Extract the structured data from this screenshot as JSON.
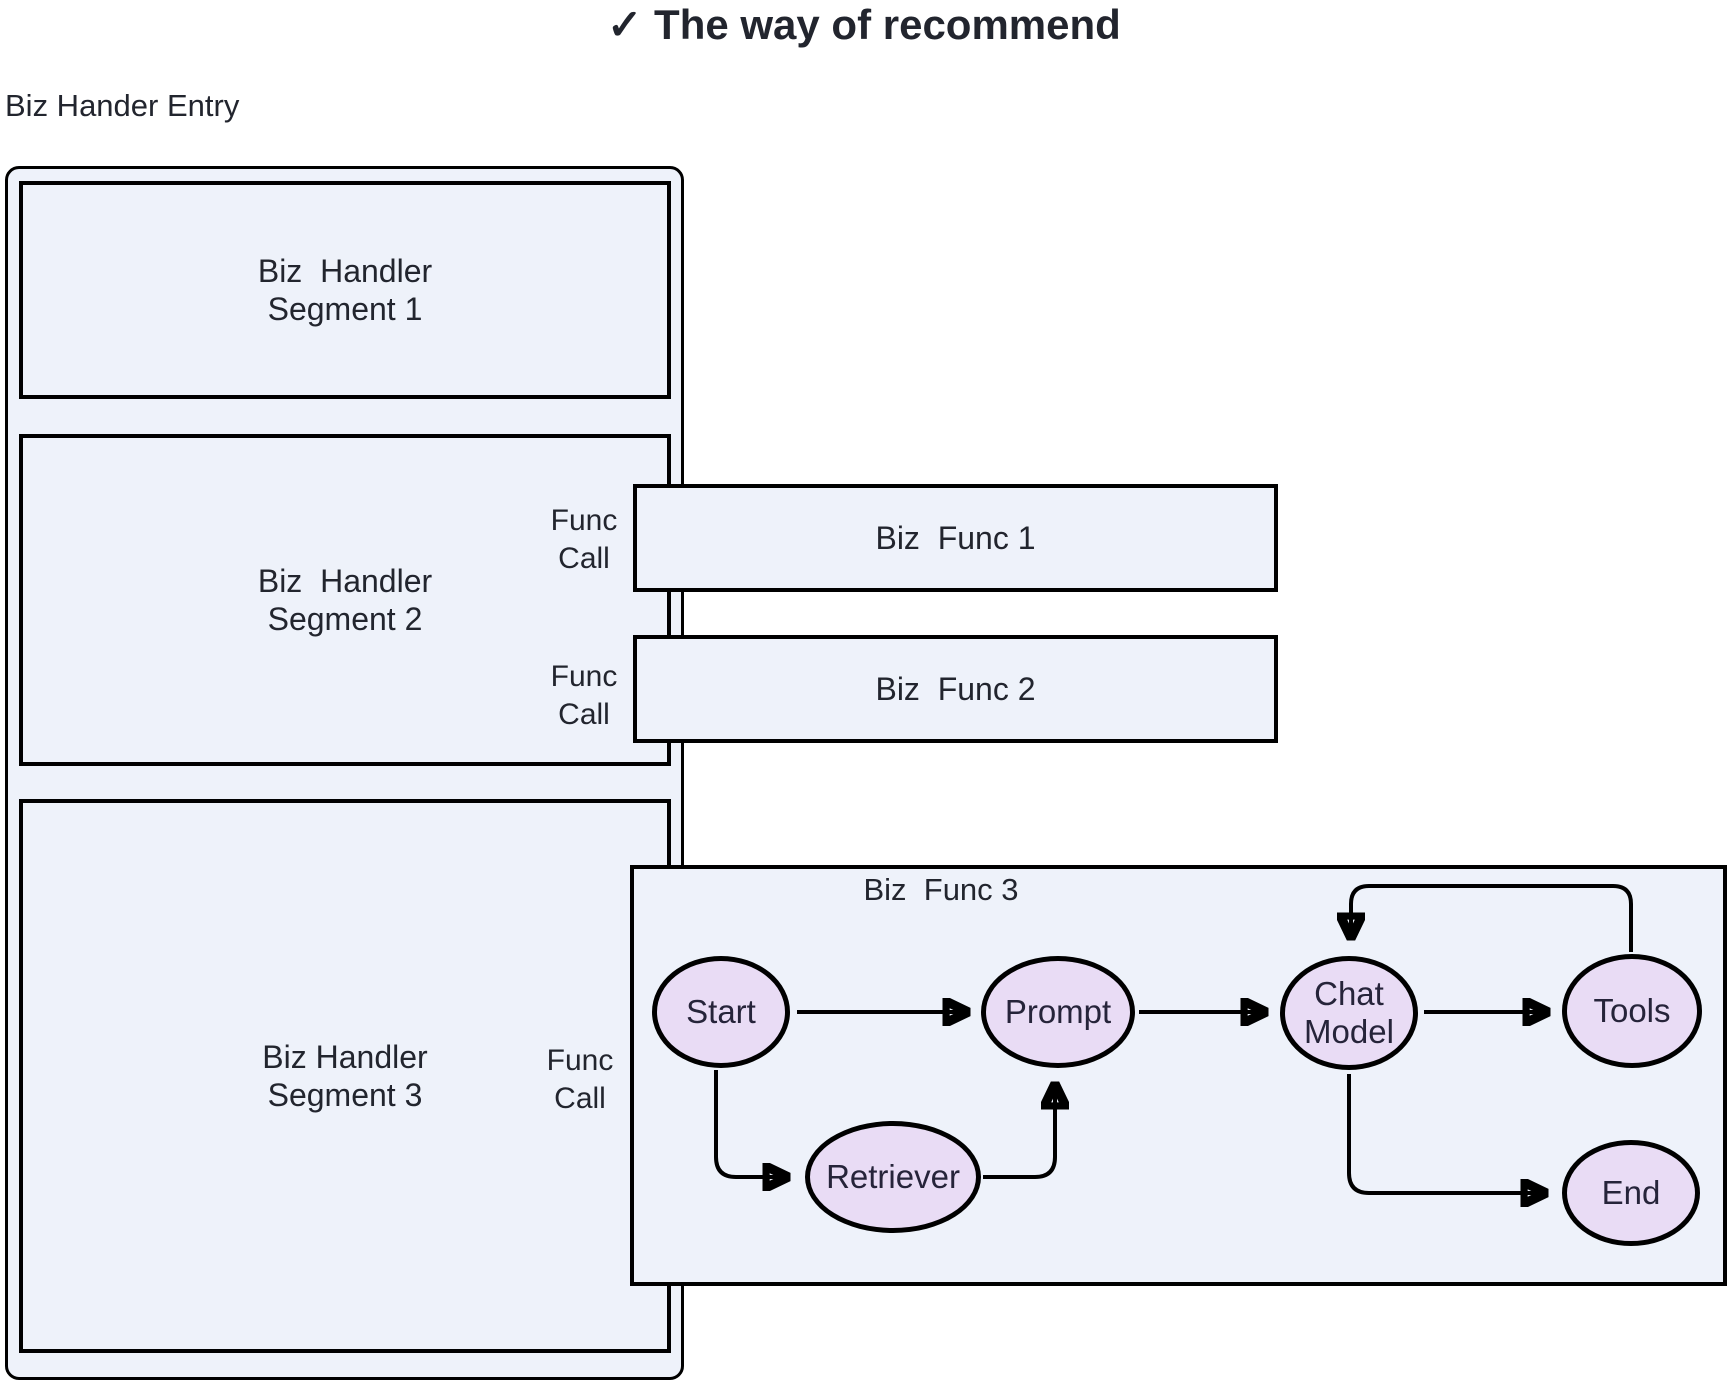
{
  "title": "✓ The way of recommend",
  "entry_label": "Biz Hander Entry",
  "colors": {
    "background": "#ffffff",
    "box_fill": "#eef2fa",
    "node_fill": "#e9dcf5",
    "line": "#000000",
    "text": "#22252e"
  },
  "segments": [
    {
      "line1": "Biz  Handler",
      "line2": "Segment 1"
    },
    {
      "line1": "Biz  Handler",
      "line2": "Segment 2"
    },
    {
      "line1": "Biz Handler",
      "line2": "Segment 3"
    }
  ],
  "func_calls": [
    {
      "line1": "Func",
      "line2": "Call"
    },
    {
      "line1": "Func",
      "line2": "Call"
    },
    {
      "line1": "Func",
      "line2": "Call"
    }
  ],
  "biz_funcs": [
    {
      "label": "Biz  Func 1"
    },
    {
      "label": "Biz  Func 2"
    },
    {
      "label": "Biz  Func 3"
    }
  ],
  "flow": {
    "nodes": [
      {
        "id": "start",
        "line1": "Start",
        "line2": ""
      },
      {
        "id": "prompt",
        "line1": "Prompt",
        "line2": ""
      },
      {
        "id": "chat-model",
        "line1": "Chat",
        "line2": "Model"
      },
      {
        "id": "tools",
        "line1": "Tools",
        "line2": ""
      },
      {
        "id": "retriever",
        "line1": "Retriever",
        "line2": ""
      },
      {
        "id": "end",
        "line1": "End",
        "line2": ""
      }
    ],
    "edges": [
      {
        "from": "Start",
        "to": "Prompt"
      },
      {
        "from": "Prompt",
        "to": "Chat Model"
      },
      {
        "from": "Chat Model",
        "to": "Tools"
      },
      {
        "from": "Tools",
        "to": "Chat Model"
      },
      {
        "from": "Start",
        "to": "Retriever"
      },
      {
        "from": "Retriever",
        "to": "Prompt"
      },
      {
        "from": "Chat Model",
        "to": "End"
      }
    ]
  }
}
